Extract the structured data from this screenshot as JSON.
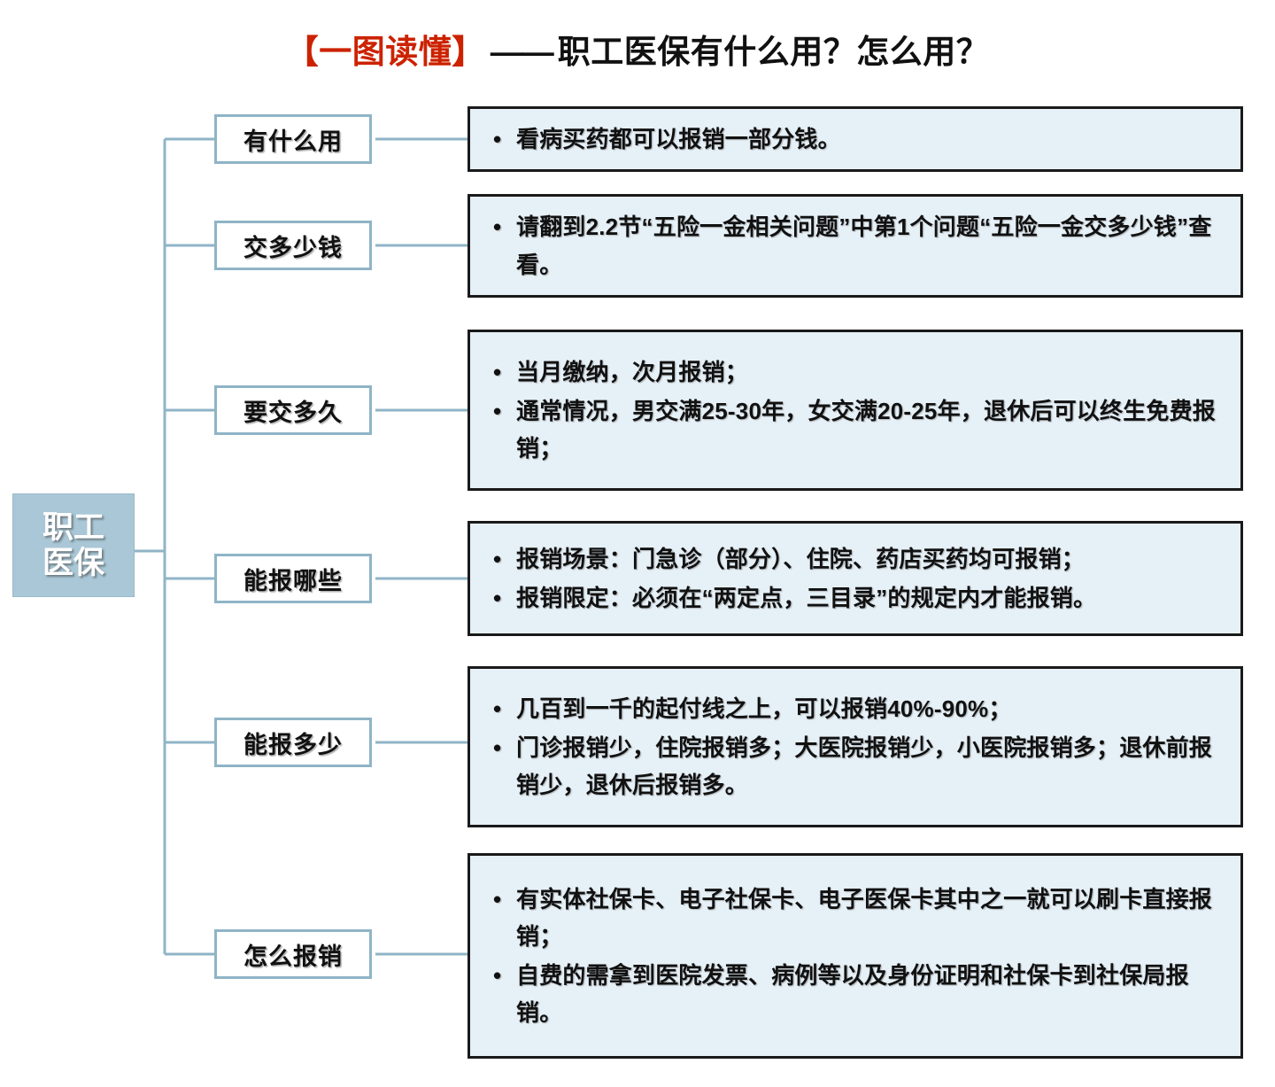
{
  "title": {
    "bracket": "【一图读懂】",
    "dash": "——",
    "main": "职工医保有什么用？怎么用？"
  },
  "root": {
    "line1": "职工",
    "line2": "医保"
  },
  "colors": {
    "title_accent": "#cc2200",
    "root_fill": "#a9c7d6",
    "branch_border": "#8fb4c6",
    "content_fill": "#e6f0f7",
    "content_border": "#1a1a1a",
    "connector": "#8fb4c6"
  },
  "bullet_glyph": "•",
  "branches": [
    {
      "label": "有什么用",
      "items": [
        "看病买药都可以报销一部分钱。"
      ]
    },
    {
      "label": "交多少钱",
      "items": [
        "请翻到2.2节“五险一金相关问题”中第1个问题“五险一金交多少钱”查看。"
      ]
    },
    {
      "label": "要交多久",
      "items": [
        "当月缴纳，次月报销；",
        "通常情况，男交满25-30年，女交满20-25年，退休后可以终生免费报销；"
      ]
    },
    {
      "label": "能报哪些",
      "items": [
        "报销场景：门急诊（部分）、住院、药店买药均可报销；",
        "报销限定：必须在“两定点，三目录”的规定内才能报销。"
      ]
    },
    {
      "label": "能报多少",
      "items": [
        "几百到一千的起付线之上，可以报销40%-90%；",
        "门诊报销少，住院报销多；大医院报销少，小医院报销多；退休前报销少，退休后报销多。"
      ]
    },
    {
      "label": "怎么报销",
      "items": [
        "有实体社保卡、电子社保卡、电子医保卡其中之一就可以刷卡直接报销；",
        "自费的需拿到医院发票、病例等以及身份证明和社保卡到社保局报销。"
      ]
    }
  ]
}
